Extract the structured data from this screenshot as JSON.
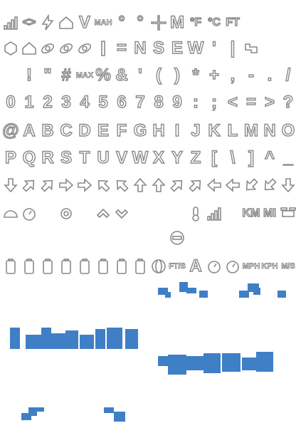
{
  "atlas": {
    "rows": [
      [
        "signal-bars-icon",
        "<>",
        "bolt-icon",
        "home-icon",
        "V",
        "MAH",
        "°",
        "°",
        "crosshair-icon",
        "M",
        "°F",
        "°C",
        "FT"
      ],
      [
        "gps-icon",
        "home-outline-icon",
        "satellite-icon",
        "aircraft-icon",
        "aircraft-icon",
        "bar-icon",
        "=",
        "N",
        "S",
        "E",
        "W",
        "'",
        "|",
        "ok-icon"
      ],
      [
        "",
        "!",
        "\"",
        "#",
        "MAX",
        "%",
        "&",
        "'",
        "(",
        ")",
        "*",
        "+",
        ",",
        "-",
        ".",
        "/"
      ],
      [
        "0",
        "1",
        "2",
        "3",
        "4",
        "5",
        "6",
        "7",
        "8",
        "9",
        ":",
        ";",
        "<",
        "=",
        ">",
        "?"
      ],
      [
        "@",
        "A",
        "B",
        "C",
        "D",
        "E",
        "F",
        "G",
        "H",
        "I",
        "J",
        "K",
        "L",
        "M",
        "N",
        "O"
      ],
      [
        "P",
        "Q",
        "R",
        "S",
        "T",
        "U",
        "V",
        "W",
        "X",
        "Y",
        "Z",
        "[",
        "\\",
        "]",
        "^",
        "_"
      ],
      [
        "arrow-down-icon",
        "arrow-down-right-icon",
        "arrow-down-right-icon",
        "arrow-right-icon",
        "arrow-right-icon",
        "arrow-up-right-icon",
        "arrow-up-right-icon",
        "arrow-up-icon",
        "arrow-up-icon",
        "arrow-up-left-icon",
        "arrow-up-left-icon",
        "arrow-left-icon",
        "arrow-left-icon",
        "arrow-down-left-icon",
        "arrow-down-left-icon",
        "arrow-down-icon"
      ],
      [
        "gauge-icon",
        "throttle-icon",
        "",
        "target-icon",
        "",
        "chevron-up-icon",
        "chevron-down-icon",
        "",
        "",
        "",
        "thermometer-icon",
        "signal-bars-icon",
        "",
        "KM",
        "MI",
        "drone-icon"
      ],
      [
        "",
        "",
        "",
        "",
        "",
        "",
        "",
        "",
        "",
        "stop-icon",
        "",
        "",
        "",
        "",
        "",
        ""
      ],
      [
        "battery-icon",
        "battery-icon",
        "battery-icon",
        "battery-icon",
        "battery-icon",
        "battery-icon",
        "battery-icon",
        "battery-alert-icon",
        "globe-icon",
        "FT/S",
        "A",
        "tilt-icon",
        "timer-icon",
        "MPH",
        "KPH",
        "M/S"
      ]
    ]
  },
  "colors": {
    "glyph_fill": "#ffffff",
    "glyph_stroke": "#8a8a8a",
    "block": "#3f7fc6",
    "block_edge": "#1b2c44",
    "background": "#ffffff"
  }
}
